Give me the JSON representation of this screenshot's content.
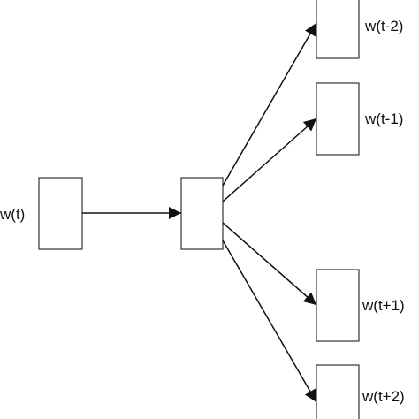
{
  "nodes": {
    "input": {
      "label": "w(t)"
    },
    "projection": {
      "label": ""
    },
    "outputs": [
      {
        "label": "w(t-2)"
      },
      {
        "label": "w(t-1)"
      },
      {
        "label": "w(t+1)"
      },
      {
        "label": "w(t+2)"
      }
    ]
  },
  "colors": {
    "box_stroke": "#333333",
    "edge": "#111111",
    "text": "#111111",
    "background": "#ffffff"
  }
}
